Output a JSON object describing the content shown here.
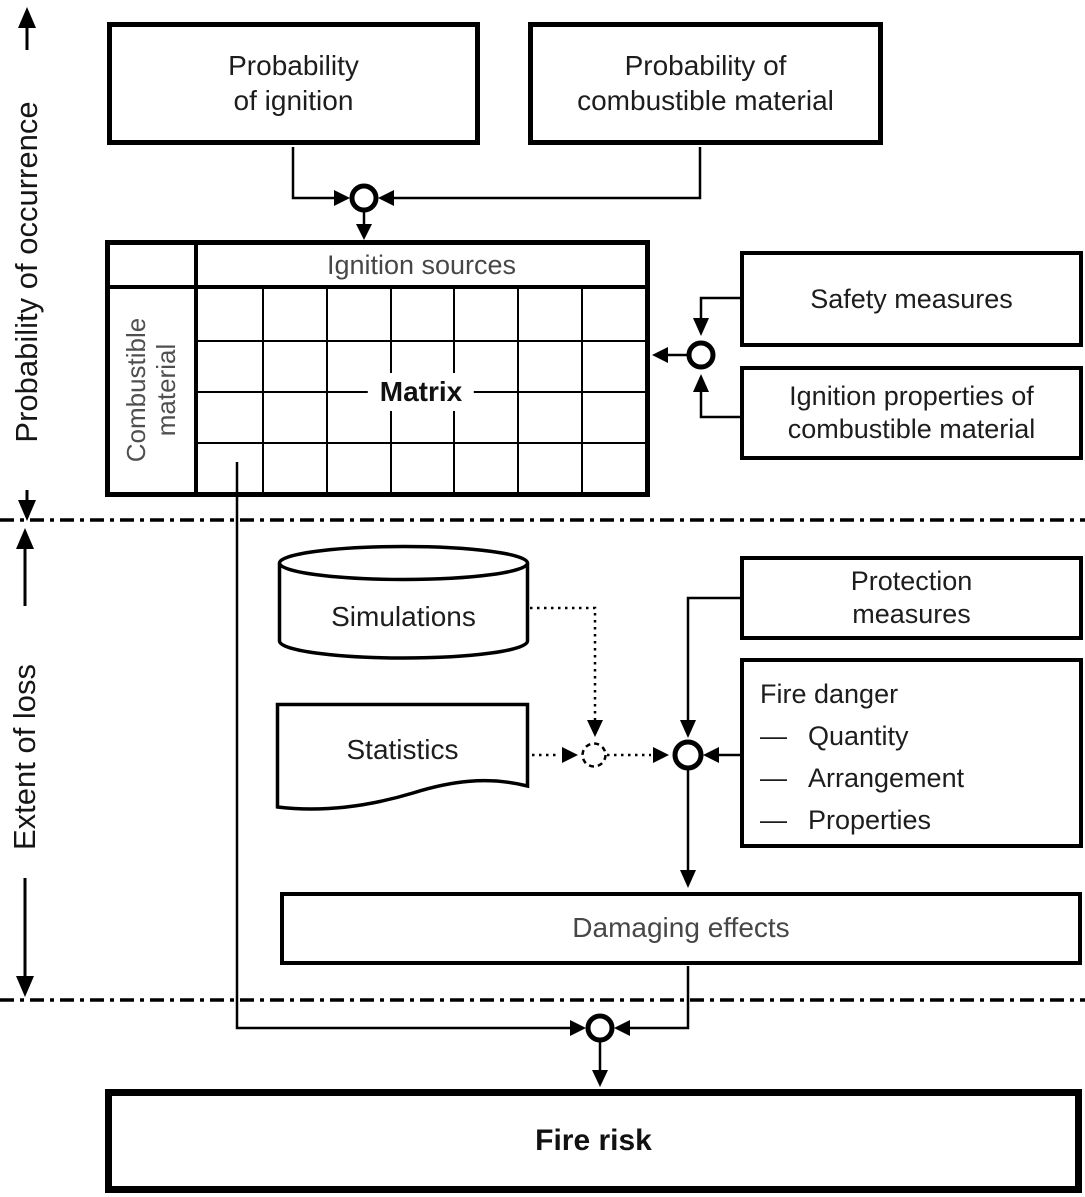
{
  "axes": {
    "top_label": "Probability of occurrence",
    "bottom_label": "Extent of loss"
  },
  "boxes": {
    "prob_ignition": "Probability\nof ignition",
    "prob_combustible": "Probability of\ncombustible material",
    "safety_measures": "Safety measures",
    "ignition_properties": "Ignition properties of\ncombustible material",
    "protection_measures": "Protection\nmeasures",
    "fire_danger": {
      "title": "Fire danger",
      "items": [
        {
          "bullet": "—",
          "label": "Quantity"
        },
        {
          "bullet": "—",
          "label": "Arrangement"
        },
        {
          "bullet": "—",
          "label": "Properties"
        }
      ]
    },
    "damaging_effects": "Damaging effects",
    "fire_risk": "Fire risk",
    "simulations": "Simulations",
    "statistics": "Statistics"
  },
  "matrix": {
    "title": "Matrix",
    "column_header": "Ignition sources",
    "row_header": "Combustible\nmaterial",
    "grid": {
      "columns": 7,
      "rows": 4
    }
  },
  "colors": {
    "stroke": "#000000",
    "background": "#ffffff",
    "muted_text": "#474747"
  }
}
